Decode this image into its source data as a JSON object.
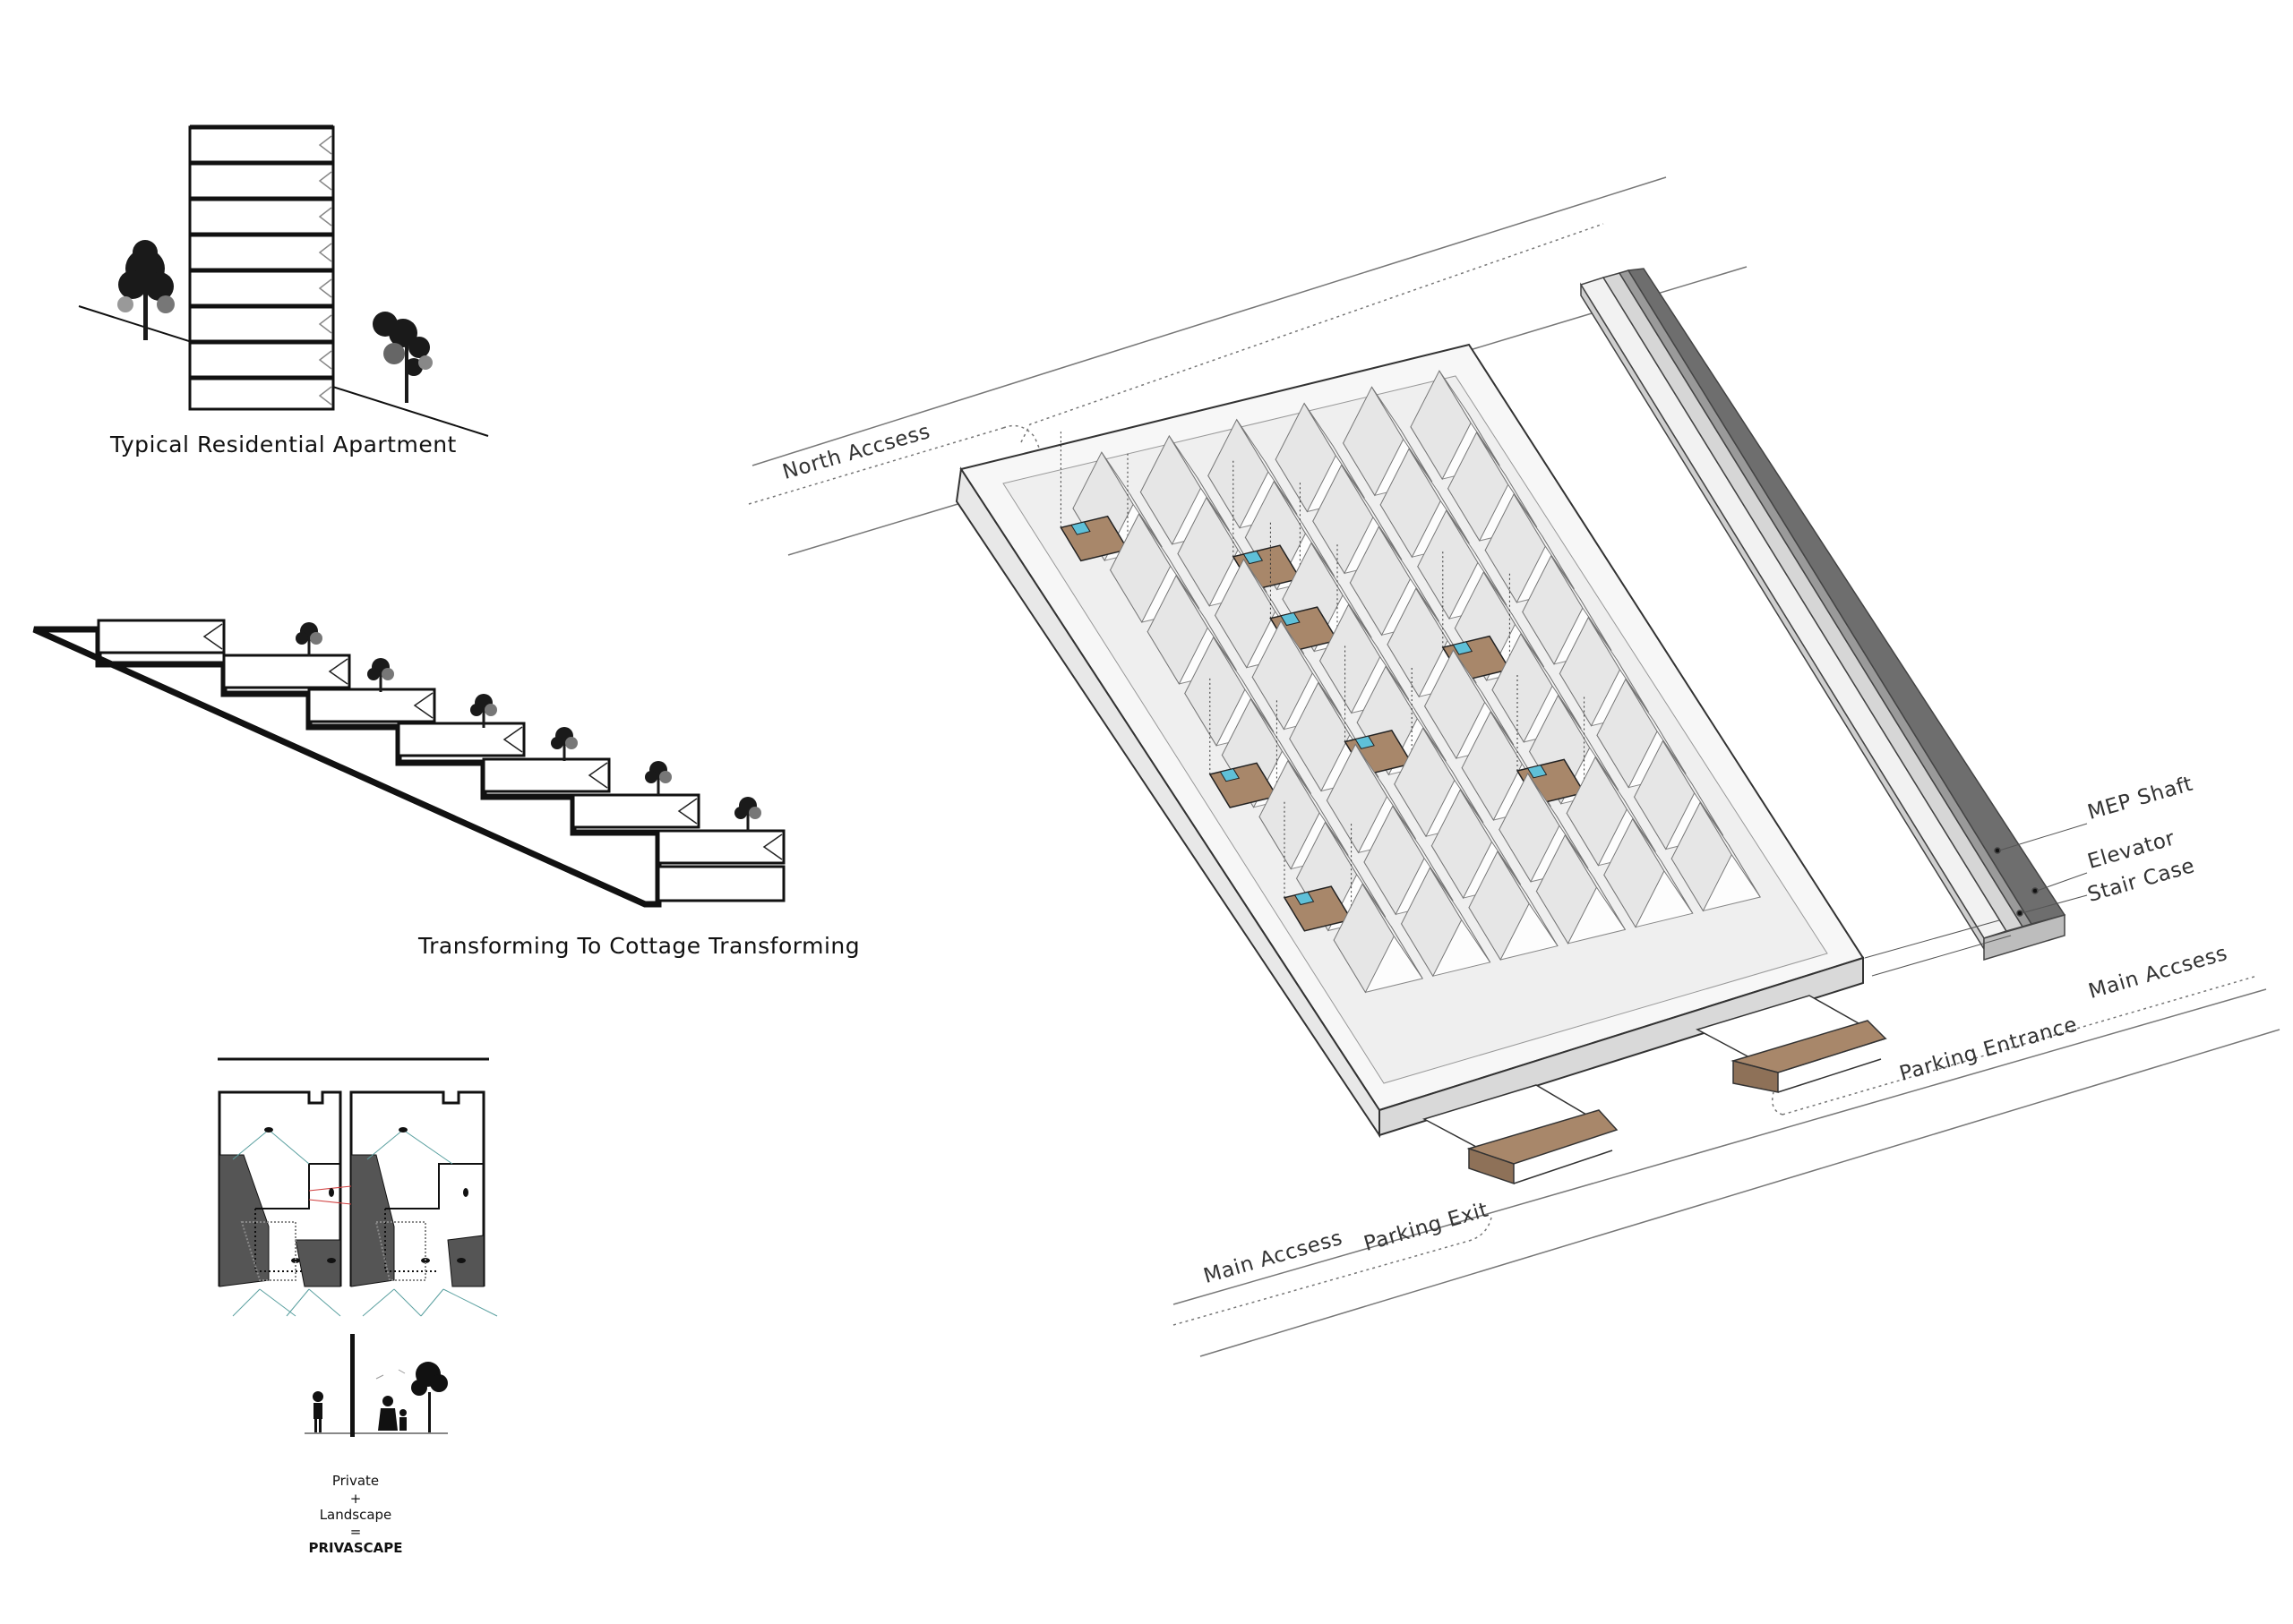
{
  "panels": {
    "apartment_caption": "Typical Residential Apartment",
    "cottage_caption": "Transforming To Cottage Transforming"
  },
  "concept": {
    "line1": "Private",
    "line2": "+",
    "line3": "Landscape",
    "line4": "=",
    "line5": "PRIVASCAPE"
  },
  "site_labels": {
    "north_access": "North Accsess",
    "mep_shaft": "MEP Shaft",
    "elevator": "Elevator",
    "stair_case": "Stair Case",
    "main_access_right": "Main Accsess",
    "parking_entrance": "Parking Entrance",
    "main_access_left": "Main Accsess",
    "parking_exit": "Parking Exit"
  },
  "colors": {
    "wood": "#a8876a",
    "pool": "#5fc0d8",
    "shaft_dark": "#6e6e6e",
    "shaft_light": "#d6d6d6",
    "line": "#111111"
  }
}
